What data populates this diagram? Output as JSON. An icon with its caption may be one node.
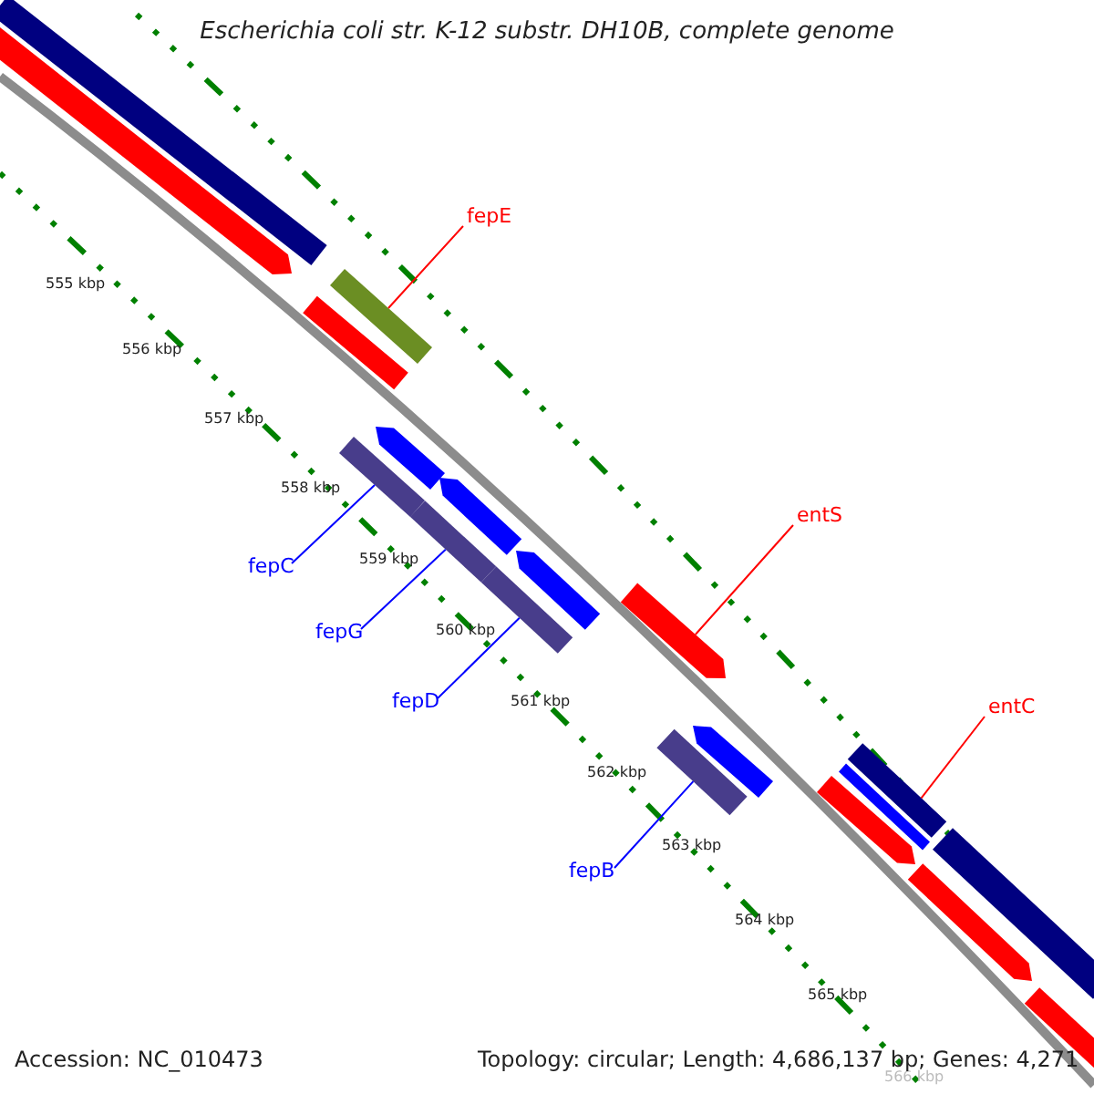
{
  "diagram": {
    "title": "Escherichia coli str. K-12 substr. DH10B, complete genome",
    "nodes": [
      {
        "text": [
          "fepE"
        ]
      },
      {
        "text": [],
        "shape": "bar"
      },
      {
        "text": [
          "entS"
        ]
      },
      {
        "text": [],
        "shape": "bar"
      },
      {
        "text": [
          "entC"
        ]
      },
      {
        "text": [],
        "shape": "bar"
      },
      {
        "text": [
          "fepC"
        ]
      },
      {
        "text": [],
        "shape": "bar"
      },
      {
        "text": [
          "fepG"
        ]
      },
      {
        "text": [],
        "shape": "bar"
      },
      {
        "text": [
          "fepD"
        ]
      },
      {
        "text": [],
        "shape": "bar"
      },
      {
        "text": [
          "fepB"
        ]
      },
      {
        "text": [],
        "shape": "bar"
      },
      {
        "text": [],
        "shape": "bar"
      },
      {
        "text": [],
        "shape": "bar"
      },
      {
        "text": [],
        "shape": "bar"
      },
      {
        "text": [],
        "shape": "bar"
      },
      {
        "text": [],
        "shape": "bar"
      },
      {
        "text": [],
        "shape": "bar"
      },
      {
        "text": [],
        "shape": "bar"
      },
      {
        "text": [],
        "shape": "bar"
      },
      {
        "text": [],
        "shape": "bar"
      },
      {
        "text": [],
        "shape": "bar"
      },
      {
        "text": [],
        "shape": "bar"
      },
      {
        "text": [],
        "shape": "bar"
      }
    ],
    "edges": [
      {
        "from": 0,
        "to": 1,
        "arrow": "none",
        "color": "#ff0000"
      },
      {
        "from": 2,
        "to": 3,
        "arrow": "none",
        "color": "#ff0000"
      },
      {
        "from": 4,
        "to": 5,
        "arrow": "none",
        "color": "#ff0000"
      },
      {
        "from": 6,
        "to": 7,
        "arrow": "none"
      },
      {
        "from": 8,
        "to": 9,
        "arrow": "none"
      },
      {
        "from": 10,
        "to": 11,
        "arrow": "none"
      },
      {
        "from": 12,
        "to": 13,
        "arrow": "none"
      }
    ],
    "labels": [
      "555 kbp",
      "556 kbp",
      "557 kbp",
      "558 kbp",
      "559 kbp",
      "560 kbp",
      "561 kbp",
      "562 kbp",
      "563 kbp",
      "564 kbp",
      "565 kbp",
      "Accession: NC_010473",
      "Topology: circular; Length: 4,686,137 bp; Genes: 4,271",
      "566 kbp"
    ]
  }
}
